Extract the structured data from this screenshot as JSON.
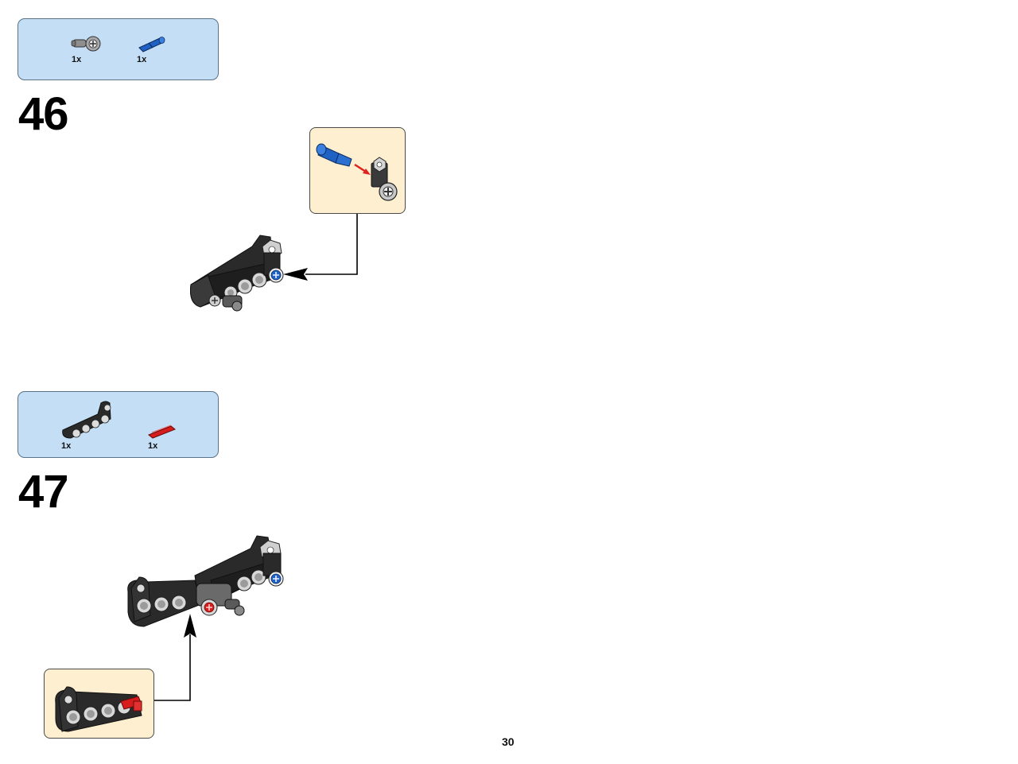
{
  "steps": [
    {
      "number": "46",
      "parts": [
        {
          "icon": "gray-axle-pin-connector-icon",
          "qty": "1x"
        },
        {
          "icon": "blue-axle-pin-icon",
          "qty": "1x"
        }
      ]
    },
    {
      "number": "47",
      "parts": [
        {
          "icon": "black-angled-beam-icon",
          "qty": "1x"
        },
        {
          "icon": "red-axle-icon",
          "qty": "1x"
        }
      ]
    }
  ],
  "page_number": "30",
  "colors": {
    "parts_box_bg": "#c3def5",
    "callout_bg": "#fdefcf",
    "brick_black": "#2a2a2a",
    "brick_gray": "#9a9a9a",
    "brick_blue": "#1f62c4",
    "brick_red": "#d71c1c",
    "arrow_red": "#e0221f"
  }
}
